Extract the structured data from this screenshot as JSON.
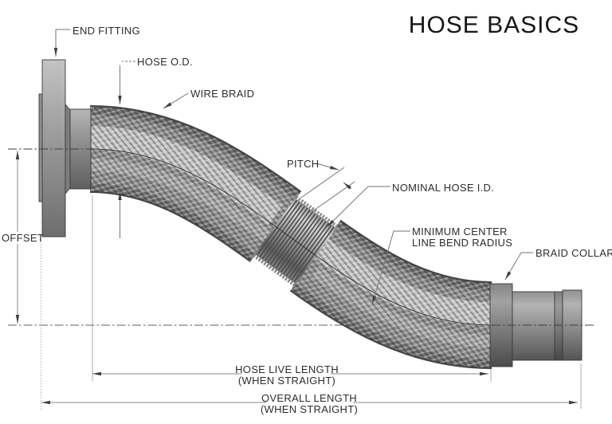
{
  "title": "HOSE BASICS",
  "callouts": {
    "end_fitting": "END FITTING",
    "hose_od": "HOSE O.D.",
    "wire_braid": "WIRE BRAID",
    "pitch": "PITCH",
    "nominal_hose_id": "NOMINAL HOSE I.D.",
    "min_bend_line1": "MINIMUM CENTER",
    "min_bend_line2": "LINE BEND RADIUS",
    "braid_collar": "BRAID COLLAR"
  },
  "dimensions": {
    "offset": "OFFSET",
    "live_length_line1": "HOSE LIVE LENGTH",
    "live_length_line2": "(WHEN STRAIGHT)",
    "overall_length_line1": "OVERALL LENGTH",
    "overall_length_line2": "(WHEN STRAIGHT)"
  },
  "colors": {
    "background": "#ffffff",
    "metal_light": "#c2c2c2",
    "metal_mid": "#8f8f8f",
    "metal_dark": "#4c4c4c",
    "braid_dark": "#454545",
    "braid_highlight": "#cdcdcd",
    "line_gray": "#7a7a7a",
    "text": "#2d2d2d"
  }
}
